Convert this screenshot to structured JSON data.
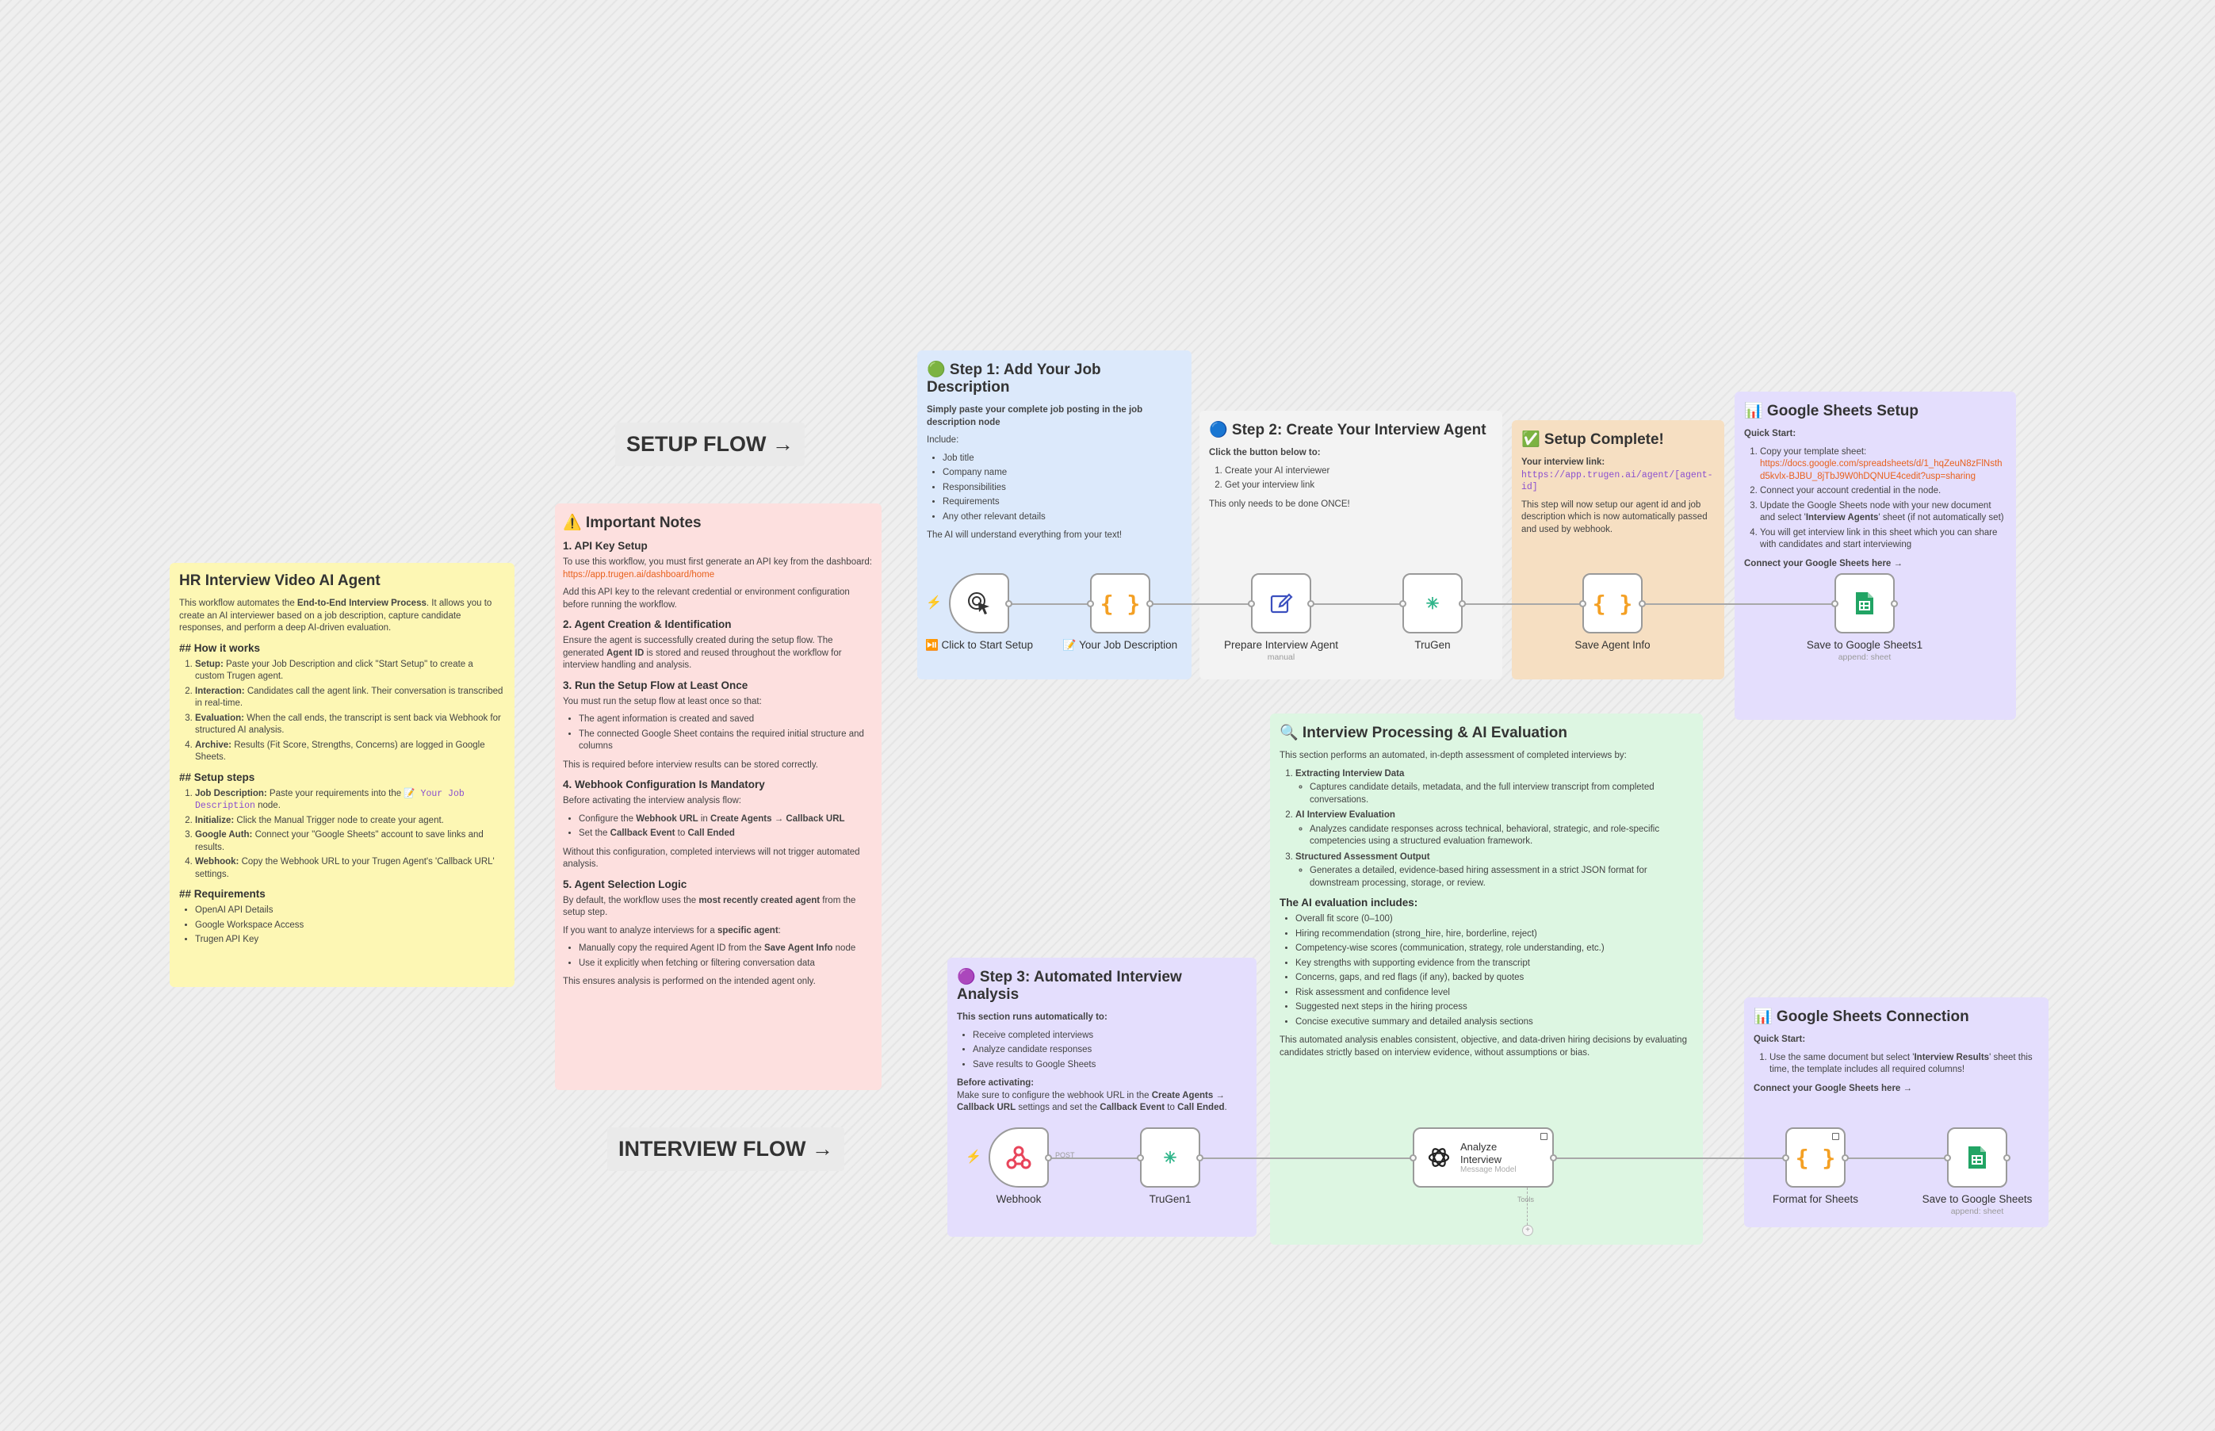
{
  "flows": {
    "setup_label": "SETUP FLOW →",
    "interview_label": "INTERVIEW FLOW →"
  },
  "hr_note": {
    "title": "HR Interview Video AI Agent",
    "intro_pre": "This workflow automates the ",
    "intro_bold": "End-to-End Interview Process",
    "intro_post": ". It allows you to create an AI interviewer based on a job description, capture candidate responses, and perform a deep AI-driven evaluation.",
    "how_heading": "## How it works",
    "how_items": [
      {
        "b": "Setup:",
        "t": " Paste your Job Description and click \"Start Setup\" to create a custom Trugen agent."
      },
      {
        "b": "Interaction:",
        "t": " Candidates call the agent link. Their conversation is transcribed in real-time."
      },
      {
        "b": "Evaluation:",
        "t": " When the call ends, the transcript is sent back via Webhook for structured AI analysis."
      },
      {
        "b": "Archive:",
        "t": " Results (Fit Score, Strengths, Concerns) are logged in Google Sheets."
      }
    ],
    "steps_heading": "## Setup steps",
    "steps_1_b": "Job Description:",
    "steps_1_t": " Paste your requirements into the ",
    "steps_1_code": "📝 Your Job Description",
    "steps_1_end": " node.",
    "steps_items": [
      {
        "b": "Initialize:",
        "t": " Click the Manual Trigger node to create your agent."
      },
      {
        "b": "Google Auth:",
        "t": " Connect your \"Google Sheets\" account to save links and results."
      },
      {
        "b": "Webhook:",
        "t": " Copy the Webhook URL to your Trugen Agent's 'Callback URL' settings."
      }
    ],
    "req_heading": "## Requirements",
    "req_items": [
      "OpenAI API Details",
      "Google Workspace Access",
      "Trugen API Key"
    ]
  },
  "notes_important": {
    "title": "⚠️ Important Notes",
    "s1": "1. API Key Setup",
    "s1_p": "To use this workflow, you must first generate an API key from the dashboard:",
    "s1_link": "https://app.trugen.ai/dashboard/home",
    "s1_p2": "Add this API key to the relevant credential or environment configuration before running the workflow.",
    "s2": "2. Agent Creation & Identification",
    "s2_pre": "Ensure the agent is successfully created during the setup flow. The generated ",
    "s2_b": "Agent ID",
    "s2_post": " is stored and reused throughout the workflow for interview handling and analysis.",
    "s3": "3. Run the Setup Flow at Least Once",
    "s3_p": "You must run the setup flow at least once so that:",
    "s3_items": [
      "The agent information is created and saved",
      "The connected Google Sheet contains the required initial structure and columns"
    ],
    "s3_p2": "This is required before interview results can be stored correctly.",
    "s4": "4. Webhook Configuration Is Mandatory",
    "s4_p": "Before activating the interview analysis flow:",
    "s4_i1_pre": "Configure the ",
    "s4_i1_b1": "Webhook URL",
    "s4_i1_mid": " in ",
    "s4_i1_b2": "Create Agents → Callback URL",
    "s4_i2_pre": "Set the ",
    "s4_i2_b1": "Callback Event",
    "s4_i2_mid": " to ",
    "s4_i2_b2": "Call Ended",
    "s4_p2": "Without this configuration, completed interviews will not trigger automated analysis.",
    "s5": "5. Agent Selection Logic",
    "s5_pre": "By default, the workflow uses the ",
    "s5_b": "most recently created agent",
    "s5_post": " from the setup step.",
    "s5_p2_pre": "If you want to analyze interviews for a ",
    "s5_p2_b": "specific agent",
    "s5_p2_post": ":",
    "s5_i1_pre": "Manually copy the required Agent ID from the ",
    "s5_i1_b": "Save Agent Info",
    "s5_i1_post": " node",
    "s5_i2": "Use it explicitly when fetching or filtering conversation data",
    "s5_p3": "This ensures analysis is performed on the intended agent only."
  },
  "step1": {
    "title": "🟢 Step 1: Add Your Job Description",
    "bold": "Simply paste your complete job posting in the job description node",
    "include": "Include:",
    "items": [
      "Job title",
      "Company name",
      "Responsibilities",
      "Requirements",
      "Any other relevant details"
    ],
    "footer": "The AI will understand everything from your text!"
  },
  "step2": {
    "title": "🔵 Step 2: Create Your Interview Agent",
    "bold": "Click the button below to:",
    "items": [
      "Create your AI interviewer",
      "Get your interview link"
    ],
    "footer": "This only needs to be done ONCE!"
  },
  "setup_complete": {
    "title": "✅ Setup Complete!",
    "link_label": "Your interview link:",
    "link": "https://app.trugen.ai/agent/[agent-id]",
    "p": "This step will now setup our agent id and job description which is now automatically passed and used by webhook."
  },
  "gs_setup": {
    "title": "📊 Google Sheets Setup",
    "quick": "Quick Start:",
    "i1": "Copy your template sheet:",
    "i1_link": "https://docs.google.com/spreadsheets/d/1_hqZeuN8zFlNsthd5kvlx-BJBU_8jTbJ9W0hDQNUE4cedit?usp=sharing",
    "i2": "Connect your account credential in the node.",
    "i3_pre": "Update the Google Sheets node with your new document and select '",
    "i3_b": "Interview Agents",
    "i3_post": "' sheet (if not automatically set)",
    "i4": "You will get interview link in this sheet which you can share with candidates and start interviewing",
    "connect": "Connect your Google Sheets here →"
  },
  "processing": {
    "title": "🔍 Interview Processing & AI Evaluation",
    "intro": "This section performs an automated, in-depth assessment of completed interviews by:",
    "i1": "Extracting Interview Data",
    "i1_sub": "Captures candidate details, metadata, and the full interview transcript from completed conversations.",
    "i2": "AI Interview Evaluation",
    "i2_sub": "Analyzes candidate responses across technical, behavioral, strategic, and role-specific competencies using a structured evaluation framework.",
    "i3": "Structured Assessment Output",
    "i3_sub": "Generates a detailed, evidence-based hiring assessment in a strict JSON format for downstream processing, storage, or review.",
    "includes": "The AI evaluation includes:",
    "items": [
      "Overall fit score (0–100)",
      "Hiring recommendation (strong_hire, hire, borderline, reject)",
      "Competency-wise scores (communication, strategy, role understanding, etc.)",
      "Key strengths with supporting evidence from the transcript",
      "Concerns, gaps, and red flags (if any), backed by quotes",
      "Risk assessment and confidence level",
      "Suggested next steps in the hiring process",
      "Concise executive summary and detailed analysis sections"
    ],
    "footer": "This automated analysis enables consistent, objective, and data-driven hiring decisions by evaluating candidates strictly based on interview evidence, without assumptions or bias."
  },
  "step3": {
    "title": "🟣 Step 3: Automated Interview Analysis",
    "bold": "This section runs automatically to:",
    "items": [
      "Receive completed interviews",
      "Analyze candidate responses",
      "Save results to Google Sheets"
    ],
    "before": "Before activating:",
    "p_pre": "Make sure to configure the webhook URL in the ",
    "p_b1": "Create Agents → Callback URL",
    "p_mid": " settings and set the ",
    "p_b2": "Callback Event",
    "p_mid2": " to ",
    "p_b3": "Call Ended",
    "p_end": "."
  },
  "gs_connection": {
    "title": "📊 Google Sheets Connection",
    "quick": "Quick Start:",
    "i1_pre": "Use the same document but select '",
    "i1_b": "Interview Results",
    "i1_post": "' sheet this time, the template includes all required columns!",
    "connect": "Connect your Google Sheets here →"
  },
  "nodes": {
    "start": {
      "label": "⏯️ Click to Start Setup"
    },
    "jobdesc": {
      "label": "📝 Your Job Description"
    },
    "prepare": {
      "label": "Prepare Interview Agent",
      "sub": "manual"
    },
    "trugen": {
      "label": "TruGen"
    },
    "saveagent": {
      "label": "Save Agent Info"
    },
    "gsheets1": {
      "label": "Save to Google Sheets1",
      "sub": "append: sheet"
    },
    "webhook": {
      "label": "Webhook",
      "port": "POST"
    },
    "trugen1": {
      "label": "TruGen1"
    },
    "analyze": {
      "title": "Analyze Interview",
      "sub": "Message Model",
      "tool": "Tools"
    },
    "format": {
      "label": "Format for Sheets"
    },
    "gsheets2": {
      "label": "Save to Google Sheets",
      "sub": "append: sheet"
    }
  },
  "colors": {
    "yellow": "#fdf7b4",
    "pink": "#fde0df",
    "blue": "#dce9fb",
    "orange": "#f6dfc2",
    "purple": "#e4defd",
    "green": "#ddf6e2",
    "code": "#f4a024",
    "sheets": "#21a464",
    "webhook": "#e8445a",
    "trigger": "#f07a20"
  }
}
